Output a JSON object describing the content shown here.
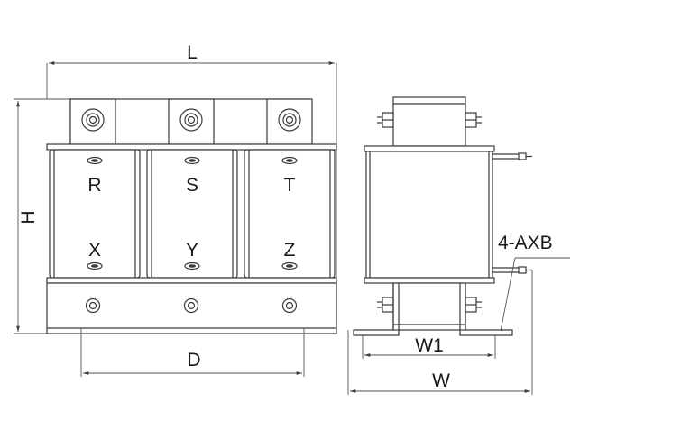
{
  "dimensions": {
    "length": "L",
    "height": "H",
    "mount_spacing": "D",
    "width_inner": "W1",
    "width": "W",
    "mounting_holes": "4-AXB"
  },
  "phases": {
    "input": [
      "R",
      "S",
      "T"
    ],
    "output": [
      "X",
      "Y",
      "Z"
    ]
  },
  "colors": {
    "line": "#3a3a3a",
    "text": "#1a1a1a",
    "background": "#ffffff"
  }
}
